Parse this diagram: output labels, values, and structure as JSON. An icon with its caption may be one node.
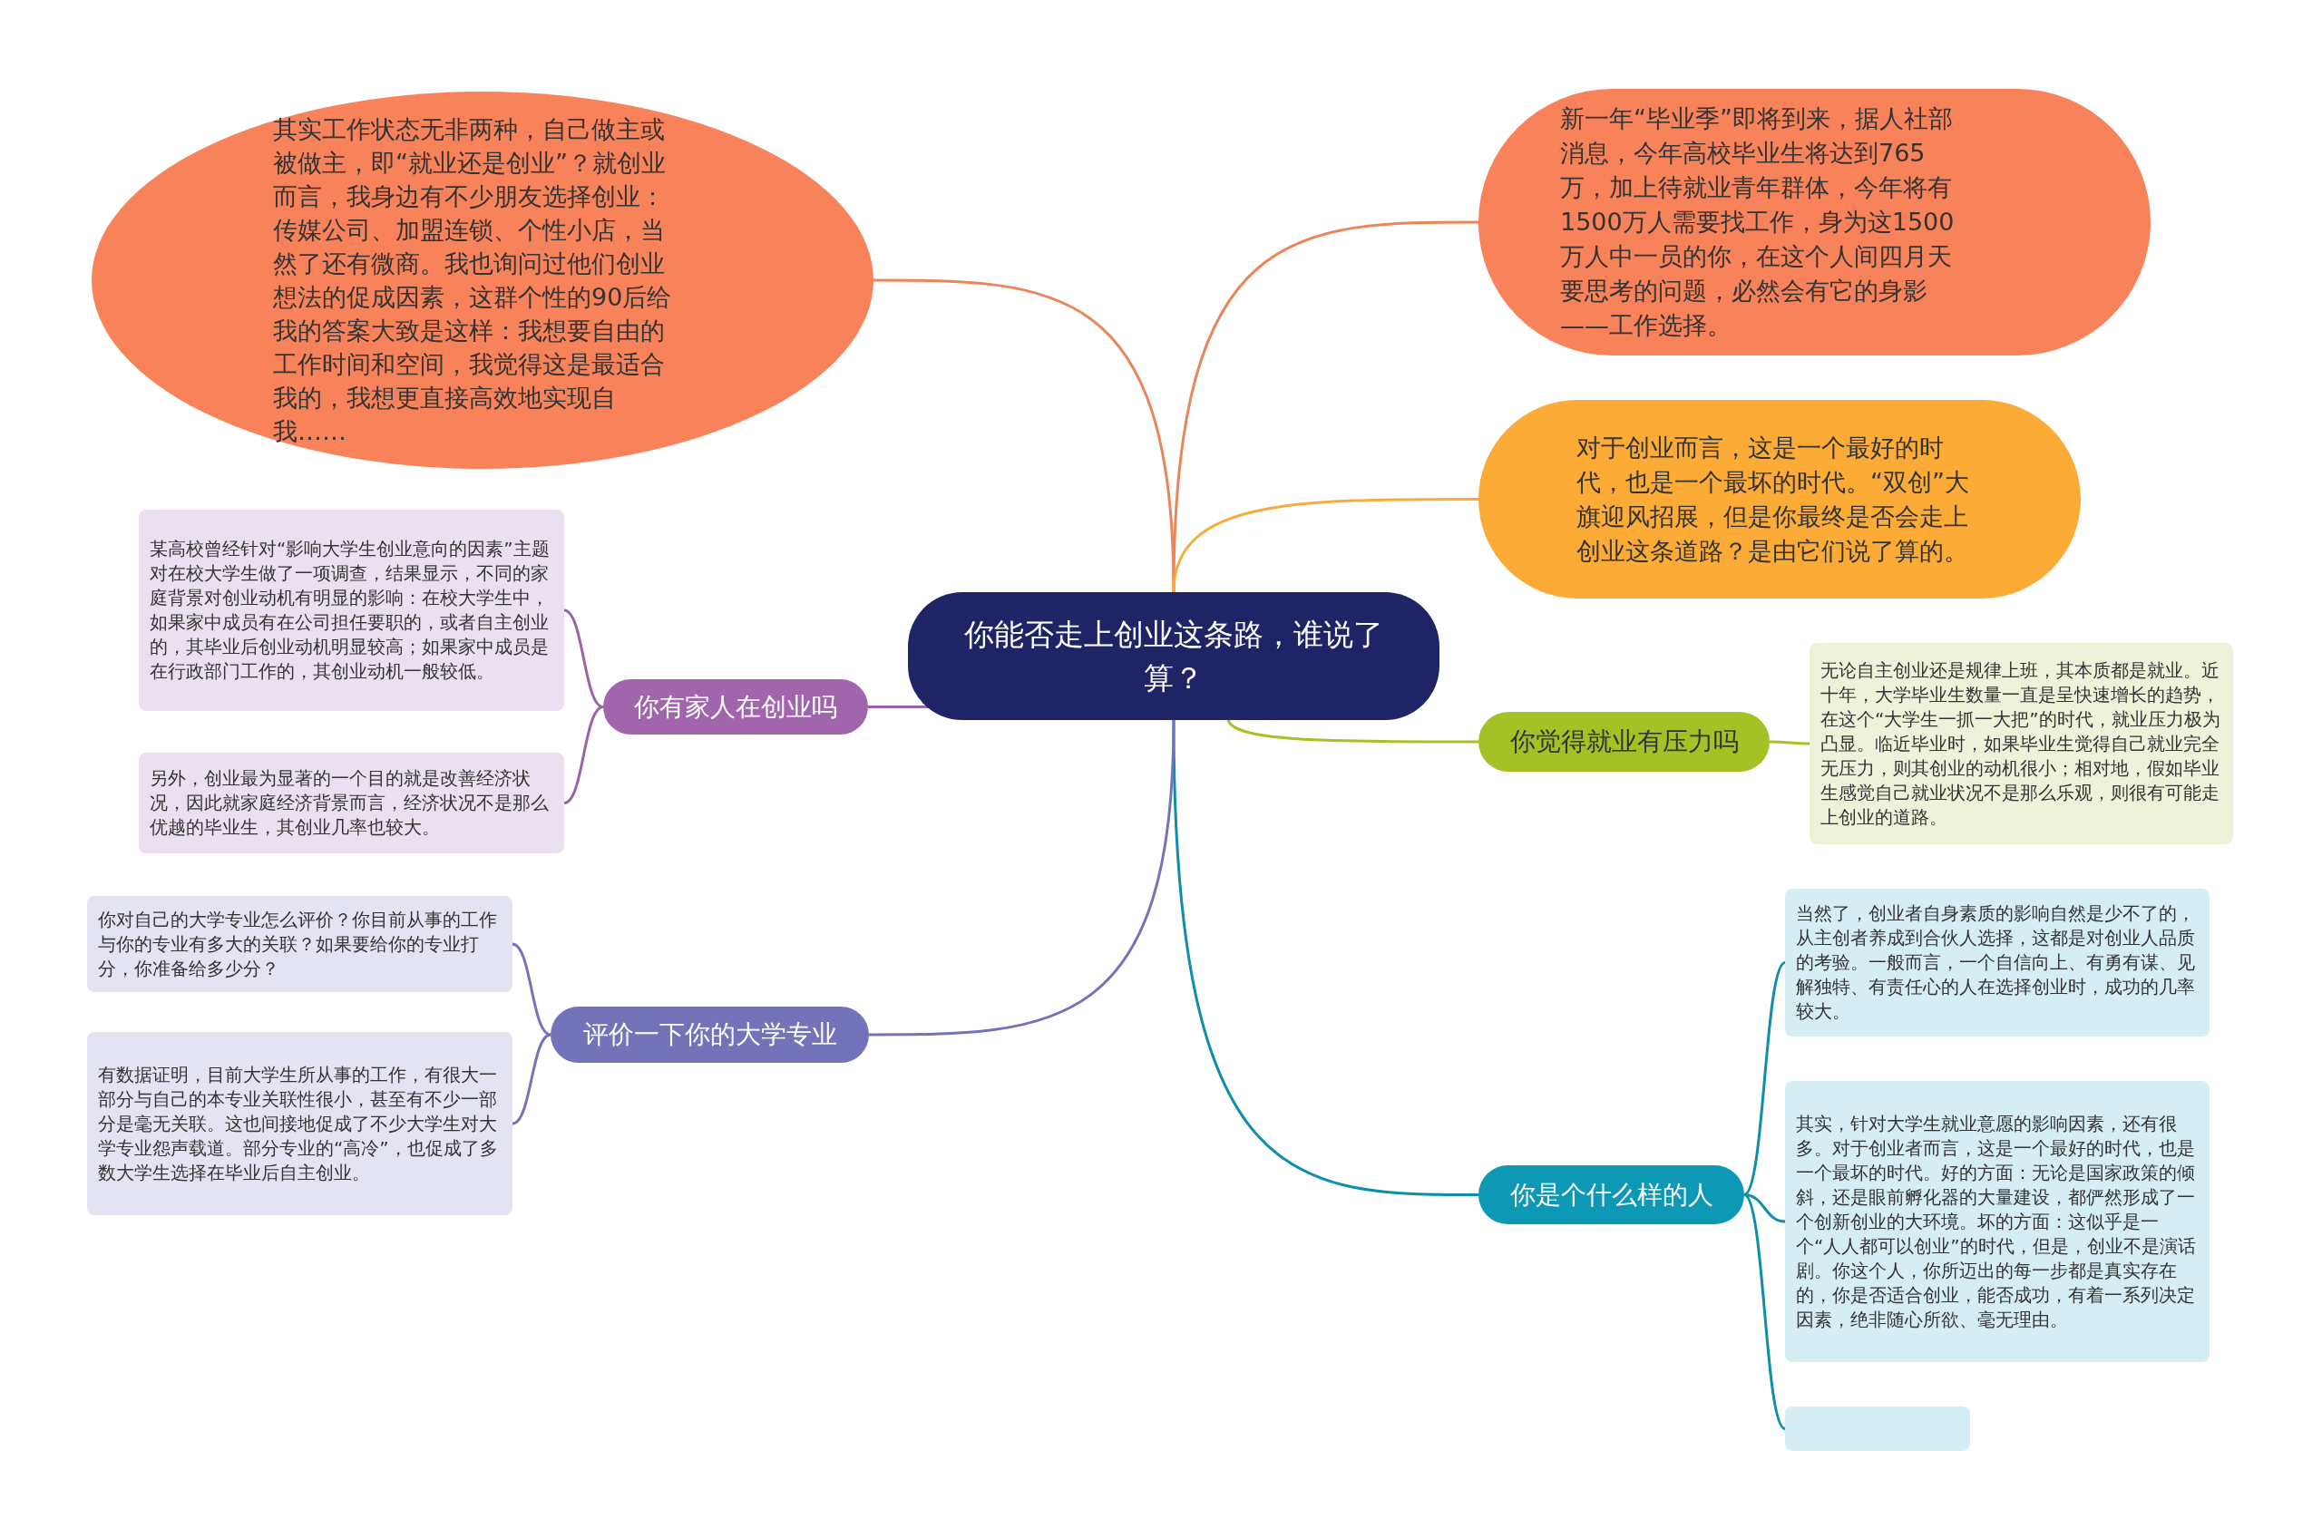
{
  "diagram": {
    "nodes": [
      {
        "text": [
          "你能否走上创业这条路，谁说了算？"
        ]
      },
      {
        "text": [
          "其实工作状态无非两种，自己做主或被做主，即“就业还是创业”？就创业而言，我身边有不少朋友选择创业：传媒公司、加盟连锁、个性小店，当然了还有微商。我也询问过他们创业想法的促成因素，这群个性的90后给我的答案大致是这样：我想要自由的工作时间和空间，我觉得这是最适合我的，我想更直接高效地实现自我……"
        ]
      },
      {
        "text": [
          "新一年“毕业季”即将到来，据人社部消息，今年高校毕业生将达到765万，加上待就业青年群体，今年将有1500万人需要找工作，身为这1500万人中一员的你，在这个人间四月天要思考的问题，必然会有它的身影——工作选择。"
        ]
      },
      {
        "text": [
          "对于创业而言，这是一个最好的时代，也是一个最坏的时代。“双创”大旗迎风招展，但是你最终是否会走上创业这条道路？是由它们说了算的。"
        ]
      },
      {
        "text": [
          "你觉得就业有压力吗"
        ]
      },
      {
        "text": [
          "无论自主创业还是规律上班，其本质都是就业。近十年，大学毕业生数量一直是呈快速增长的趋势，在这个“大学生一抓一大把”的时代，就业压力极为凸显。临近毕业时，如果毕业生觉得自己就业完全无压力，则其创业的动机很小；相对地，假如毕业生感觉自己就业状况不是那么乐观，则很有可能走上创业的道路。"
        ]
      },
      {
        "text": [
          "你是个什么样的人"
        ]
      },
      {
        "text": [
          "当然了，创业者自身素质的影响自然是少不了的，从主创者养成到合伙人选择，这都是对创业人品质的考验。一般而言，一个自信向上、有勇有谋、见解独特、有责任心的人在选择创业时，成功的几率较大。"
        ]
      },
      {
        "text": [
          "其实，针对大学生就业意愿的影响因素，还有很多。对于创业者而言，这是一个最好的时代，也是一个最坏的时代。好的方面：无论是国家政策的倾斜，还是眼前孵化器的大量建设，都俨然形成了一个创新创业的大环境。坏的方面：这似乎是一个“人人都可以创业”的时代，但是，创业不是演话剧。你这个人，你所迈出的每一步都是真实存在的，你是否适合创业，能否成功，有着一系列决定因素，绝非随心所欲、毫无理由。"
        ]
      },
      {
        "text": [],
        "shape": "box"
      },
      {
        "text": [
          "你有家人在创业吗"
        ]
      },
      {
        "text": [
          "某高校曾经针对“影响大学生创业意向的因素”主题对在校大学生做了一项调查，结果显示，不同的家庭背景对创业动机有明显的影响：在校大学生中，如果家中成员有在公司担任要职的，或者自主创业的，其毕业后创业动机明显较高；如果家中成员是在行政部门工作的，其创业动机一般较低。"
        ]
      },
      {
        "text": [
          "另外，创业最为显著的一个目的就是改善经济状况，因此就家庭经济背景而言，经济状况不是那么优越的毕业生，其创业几率也较大。"
        ]
      },
      {
        "text": [
          "评价一下你的大学专业"
        ]
      },
      {
        "text": [
          "你对自己的大学专业怎么评价？你目前从事的工作与你的专业有多大的关联？如果要给你的专业打分，你准备给多少分？"
        ]
      },
      {
        "text": [
          "有数据证明，目前大学生所从事的工作，有很大一部分与自己的本专业关联性很小，甚至有不少一部分是毫无关联。这也间接地促成了不少大学生对大学专业怨声载道。部分专业的“高冷”，也促成了多数大学生选择在毕业后自主创业。"
        ]
      }
    ],
    "edges": [
      {
        "from": 0,
        "to": 1,
        "arrow": "none",
        "color": "#e9865c"
      },
      {
        "from": 0,
        "to": 2,
        "arrow": "none",
        "color": "#e9865c"
      },
      {
        "from": 0,
        "to": 3,
        "arrow": "none",
        "color": "#f5ac3c"
      },
      {
        "from": 0,
        "to": 4,
        "arrow": "none",
        "color": "#a4c126"
      },
      {
        "from": 4,
        "to": 5,
        "arrow": "none",
        "color": "#a4c126"
      },
      {
        "from": 0,
        "to": 6,
        "arrow": "none",
        "color": "#0d8fab"
      },
      {
        "from": 6,
        "to": 7,
        "arrow": "none",
        "color": "#0d8fab"
      },
      {
        "from": 6,
        "to": 8,
        "arrow": "none",
        "color": "#0d8fab"
      },
      {
        "from": 6,
        "to": 9,
        "arrow": "none",
        "color": "#0d8fab"
      },
      {
        "from": 0,
        "to": 10,
        "arrow": "none",
        "color": "#9a62a8"
      },
      {
        "from": 10,
        "to": 11,
        "arrow": "none",
        "color": "#9a62a8"
      },
      {
        "from": 10,
        "to": 12,
        "arrow": "none",
        "color": "#9a62a8"
      },
      {
        "from": 0,
        "to": 13,
        "arrow": "none",
        "color": "#7472b9"
      },
      {
        "from": 13,
        "to": 14,
        "arrow": "none",
        "color": "#7472b9"
      },
      {
        "from": 13,
        "to": 15,
        "arrow": "none",
        "color": "#7472b9"
      }
    ]
  }
}
